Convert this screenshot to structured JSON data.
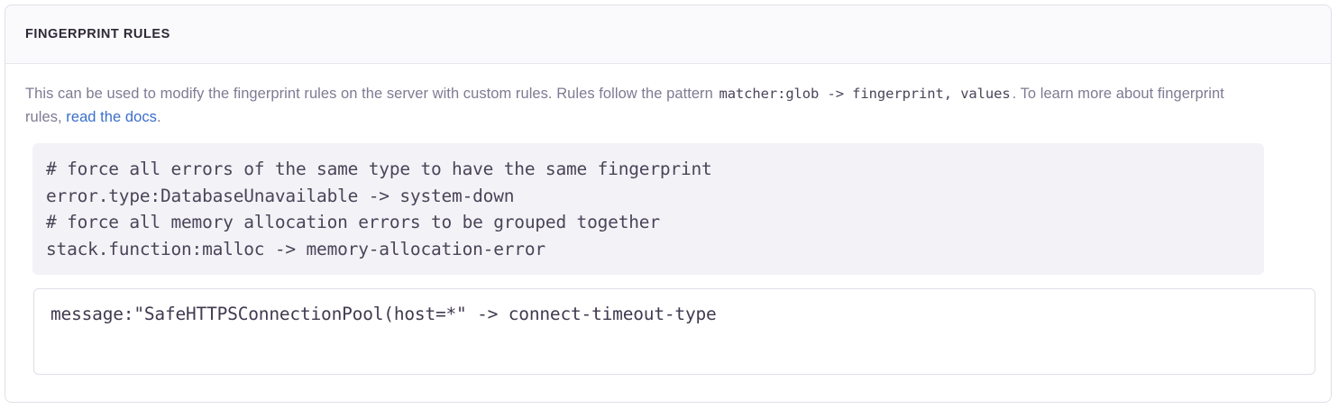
{
  "panel": {
    "title": "FINGERPRINT RULES",
    "description": {
      "part1": "This can be used to modify the fingerprint rules on the server with custom rules. Rules follow the pattern ",
      "code": "matcher:glob -> fingerprint, values",
      "part2": ". To learn more about fingerprint rules, ",
      "link_text": "read the docs",
      "part3": "."
    },
    "example_code": {
      "lines": [
        "# force all errors of the same type to have the same fingerprint",
        "error.type:DatabaseUnavailable -> system-down",
        "# force all memory allocation errors to be grouped together",
        "stack.function:malloc -> memory-allocation-error"
      ]
    },
    "rules_input": {
      "value": "message:\"SafeHTTPSConnectionPool(host=*\" -> connect-timeout-type",
      "placeholder": ""
    }
  },
  "colors": {
    "link": "#3b6ecc",
    "muted_text": "#7e7b93",
    "code_text": "#4b4459",
    "border": "#dfe0e8",
    "header_bg": "#fafafc",
    "code_bg": "#f3f3f7"
  }
}
